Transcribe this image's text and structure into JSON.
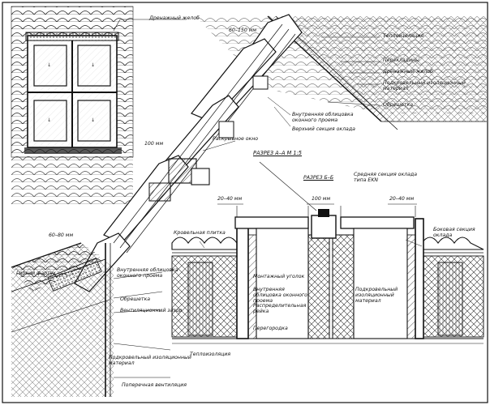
{
  "labels": {
    "gutter": "Дренажный желоб",
    "dim_top": "60–150 мм",
    "insulation_top": "Теплоизоляция",
    "rafters": "Перекладины",
    "drain_gutter": "Дренажный желоб",
    "underlay_top": "Подкровельный изоляционный материал",
    "battens": "Обрешетка",
    "inner_lining_top": "Внутренняя облицовка оконного проема",
    "upper_flashing": "Верхний секция оклада",
    "sash": "Раскрывное окно",
    "dim_100": "100 мм",
    "section_aa": "РАЗРЕЗ А–А М 1:5",
    "dim_6080": "60–80 мм",
    "section_bb": "РАЗРЕЗ Б–Б",
    "middle_flashing": "Средняя секция оклада типа EKN",
    "dim_left_2040": "20–40 мм",
    "dim_center_100": "100 мм",
    "dim_right_2040": "20–40 мм",
    "roof_tile": "Кровельная плитка",
    "side_flashing": "Боковая секция оклада",
    "flexible_apron": "Гибкий фартук",
    "inner_lining_bottom": "Внутренняя облицовка оконного проема",
    "lining": "Обрешетка",
    "vent_gap": "Вентиляционный зазор",
    "mounting_bracket": "Монтажный уголок",
    "inner_lining_mid": "Внутренняя облицовка оконного проема",
    "distance_bar": "Распределительная рейка",
    "underlay_right": "Подкровельный изоляционный материал",
    "crossbar": "Перегородка",
    "underlay_bottom": "Подкровельный изоляционный материал",
    "insulation_bottom": "Теплоизоляция",
    "cross_vent": "Поперечная вентиляция"
  }
}
